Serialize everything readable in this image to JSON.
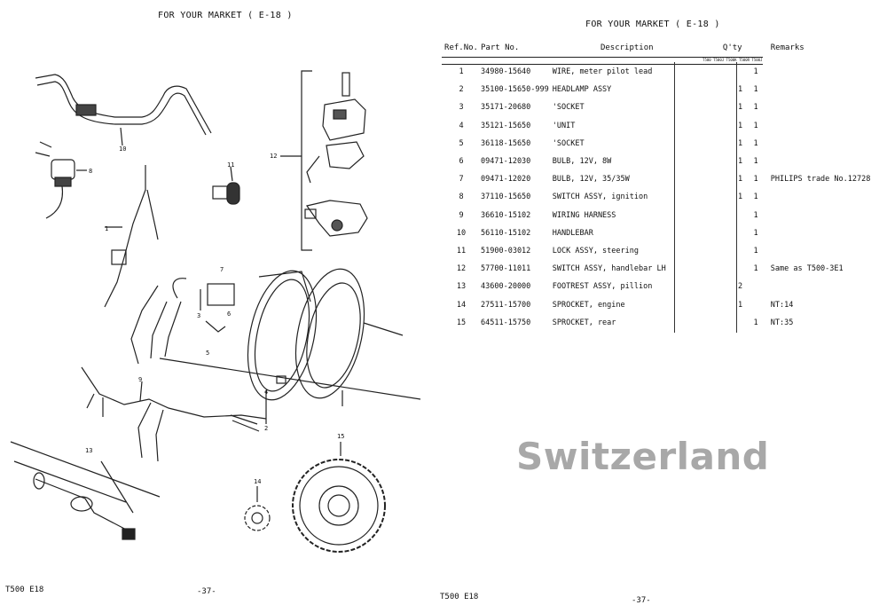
{
  "left_page": {
    "title": "FOR YOUR MARKET ( E-18 )",
    "footer_model": "T500 E18",
    "page_number": "-37-",
    "callouts": [
      "10",
      "8",
      "1",
      "11",
      "12",
      "7",
      "3",
      "6",
      "5",
      "9",
      "4",
      "2",
      "13",
      "14",
      "15"
    ]
  },
  "right_page": {
    "title": "FOR YOUR MARKET ( E-18 )",
    "footer_model": "T500 E18",
    "page_number": "-37-",
    "watermark": "Switzerland",
    "columns": {
      "ref_no": "Ref.No.",
      "part_no": "Part  No.",
      "description": "Description",
      "qty": "Q'ty",
      "remarks": "Remarks"
    },
    "qty_subcolumns": "T500 T500J T500K T500R T500J",
    "rows": [
      {
        "ref": "1",
        "part": "34980-15640",
        "desc": "WIRE, meter pilot lead",
        "q1": "",
        "q2": "",
        "q3": "",
        "q4": "1",
        "rem": ""
      },
      {
        "ref": "2",
        "part": "35100-15650-999",
        "desc": "HEADLAMP ASSY",
        "q1": "",
        "q2": "",
        "q3": "1",
        "q4": "1",
        "rem": ""
      },
      {
        "ref": "3",
        "part": "35171-20680",
        "desc": "'SOCKET",
        "q1": "",
        "q2": "",
        "q3": "1",
        "q4": "1",
        "rem": ""
      },
      {
        "ref": "4",
        "part": "35121-15650",
        "desc": "'UNIT",
        "q1": "",
        "q2": "",
        "q3": "1",
        "q4": "1",
        "rem": ""
      },
      {
        "ref": "5",
        "part": "36118-15650",
        "desc": "'SOCKET",
        "q1": "",
        "q2": "",
        "q3": "1",
        "q4": "1",
        "rem": ""
      },
      {
        "ref": "6",
        "part": "09471-12030",
        "desc": "BULB, 12V, 8W",
        "q1": "",
        "q2": "",
        "q3": "1",
        "q4": "1",
        "rem": ""
      },
      {
        "ref": "7",
        "part": "09471-12020",
        "desc": "BULB, 12V, 35/35W",
        "q1": "",
        "q2": "",
        "q3": "1",
        "q4": "1",
        "rem": "PHILIPS trade No.12728"
      },
      {
        "ref": "8",
        "part": "37110-15650",
        "desc": "SWITCH ASSY, ignition",
        "q1": "",
        "q2": "",
        "q3": "1",
        "q4": "1",
        "rem": ""
      },
      {
        "ref": "9",
        "part": "36610-15102",
        "desc": "WIRING HARNESS",
        "q1": "",
        "q2": "",
        "q3": "",
        "q4": "1",
        "rem": ""
      },
      {
        "ref": "10",
        "part": "56110-15102",
        "desc": "HANDLEBAR",
        "q1": "",
        "q2": "",
        "q3": "",
        "q4": "1",
        "rem": ""
      },
      {
        "ref": "11",
        "part": "51900-03012",
        "desc": "LOCK ASSY, steering",
        "q1": "",
        "q2": "",
        "q3": "",
        "q4": "1",
        "rem": ""
      },
      {
        "ref": "12",
        "part": "57700-11011",
        "desc": "SWITCH ASSY, handlebar LH",
        "q1": "",
        "q2": "",
        "q3": "",
        "q4": "1",
        "rem": "Same as T500-3E1"
      },
      {
        "ref": "13",
        "part": "43600-20000",
        "desc": "FOOTREST ASSY, pillion",
        "q1": "",
        "q2": "",
        "q3": "2",
        "q4": "",
        "rem": ""
      },
      {
        "ref": "14",
        "part": "27511-15700",
        "desc": "SPROCKET, engine",
        "q1": "",
        "q2": "",
        "q3": "1",
        "q4": "",
        "rem": "NT:14"
      },
      {
        "ref": "15",
        "part": "64511-15750",
        "desc": "SPROCKET, rear",
        "q1": "",
        "q2": "",
        "q3": "",
        "q4": "1",
        "rem": "NT:35"
      }
    ]
  }
}
